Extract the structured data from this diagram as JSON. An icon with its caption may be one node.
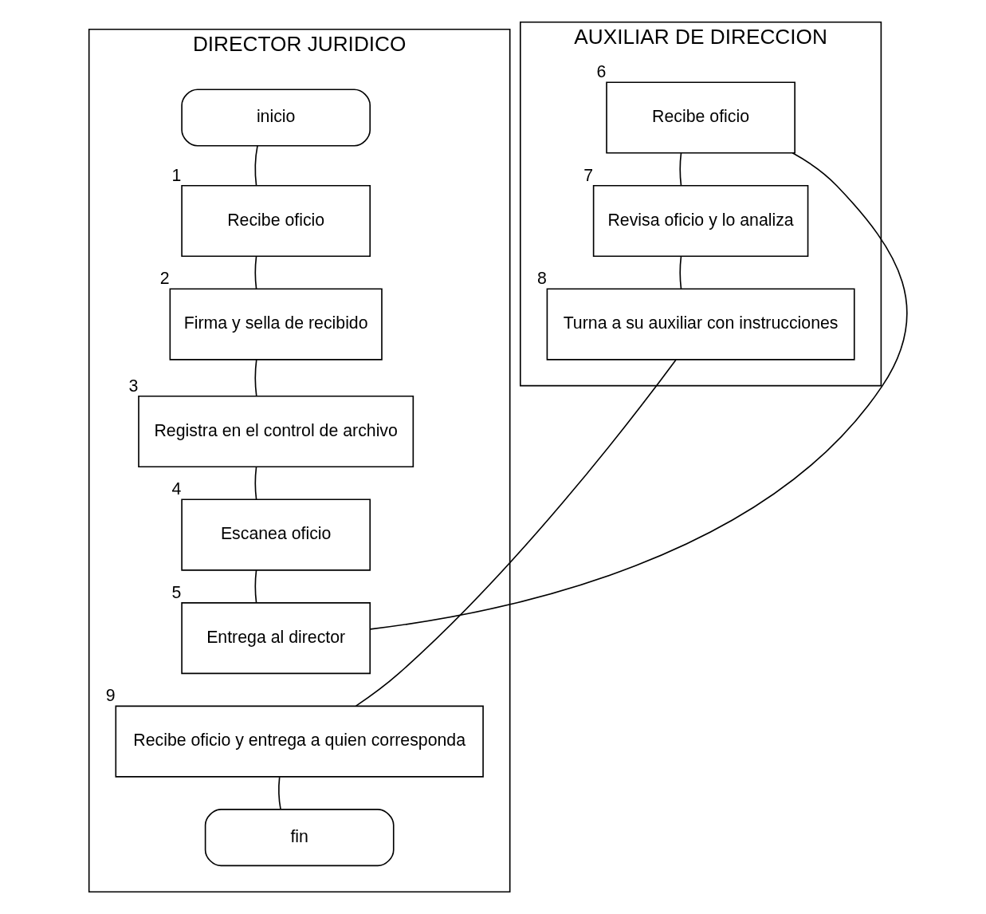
{
  "diagram": {
    "nodes": [
      {
        "text": [
          "DIRECTOR JURIDICO"
        ]
      },
      {
        "text": [
          "inicio"
        ],
        "in": 0
      },
      {
        "text": [
          "Recibe oficio"
        ],
        "in": 0,
        "beside": [
          "1"
        ]
      },
      {
        "text": [
          "Firma y sella de recibido"
        ],
        "in": 0,
        "beside": [
          "2"
        ]
      },
      {
        "text": [
          "Registra en el control de archivo"
        ],
        "in": 0,
        "beside": [
          "3"
        ]
      },
      {
        "text": [
          "Escanea oficio"
        ],
        "in": 0,
        "beside": [
          "4"
        ]
      },
      {
        "text": [
          "Entrega al director"
        ],
        "in": 0,
        "beside": [
          "5"
        ]
      },
      {
        "text": [
          "AUXILIAR DE DIRECCION"
        ]
      },
      {
        "text": [
          "Recibe oficio"
        ],
        "in": 7,
        "beside": [
          "6"
        ]
      },
      {
        "text": [
          "Revisa oficio y lo analiza"
        ],
        "in": 7,
        "beside": [
          "7"
        ]
      },
      {
        "text": [
          "Turna a su auxiliar con instrucciones"
        ],
        "in": 7,
        "beside": [
          "8"
        ]
      },
      {
        "text": [
          "Recibe oficio y entrega a quien corresponda"
        ],
        "in": 0,
        "beside": [
          "9"
        ]
      },
      {
        "text": [
          "fin"
        ],
        "in": 0
      }
    ],
    "edges": [
      {
        "from": 1,
        "to": 2,
        "arrow": "none"
      },
      {
        "from": 2,
        "to": 3,
        "arrow": "none"
      },
      {
        "from": 3,
        "to": 4,
        "arrow": "none"
      },
      {
        "from": 4,
        "to": 5,
        "arrow": "none"
      },
      {
        "from": 5,
        "to": 6,
        "arrow": "none"
      },
      {
        "from": 6,
        "to": 8,
        "arrow": "none"
      },
      {
        "from": 8,
        "to": 9,
        "arrow": "none"
      },
      {
        "from": 9,
        "to": 10,
        "arrow": "none"
      },
      {
        "from": 10,
        "to": 11,
        "arrow": "none"
      },
      {
        "from": 11,
        "to": 12,
        "arrow": "none"
      }
    ]
  }
}
